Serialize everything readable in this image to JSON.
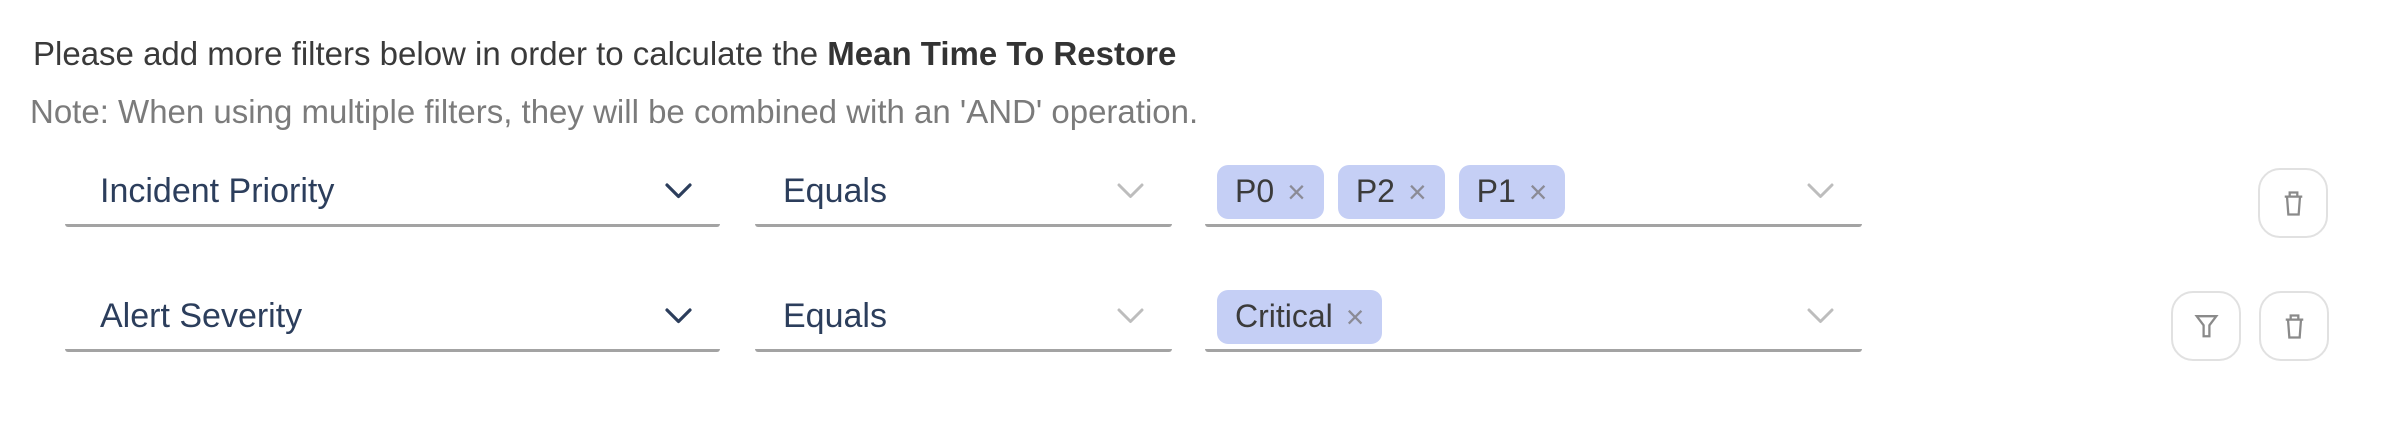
{
  "header": {
    "intro_text": "Please add more filters below in order to calculate the ",
    "intro_bold": "Mean Time To Restore",
    "note": "Note: When using multiple filters, they will be combined with an 'AND' operation."
  },
  "filter_rows": [
    {
      "field": {
        "label": "Incident Priority"
      },
      "operator": {
        "label": "Equals"
      },
      "values": [
        "P0",
        "P2",
        "P1"
      ],
      "actions": [
        "delete"
      ]
    },
    {
      "field": {
        "label": "Alert Severity"
      },
      "operator": {
        "label": "Equals"
      },
      "values": [
        "Critical"
      ],
      "actions": [
        "filter",
        "delete"
      ]
    }
  ],
  "tag": {
    "remove_glyph": "×"
  },
  "icons": {
    "dropdown": "chevron-down-icon",
    "remove": "x-icon",
    "delete": "trash-icon",
    "filter": "funnel-icon"
  },
  "colors": {
    "tag_background": "#c5cff5",
    "field_text": "#2c3e5c",
    "header_text": "#3a3a3a",
    "note_text": "#7b7b7b",
    "underline": "#a3a3a3",
    "icon": "#8a8a8a",
    "button_border": "#e1e1e1"
  }
}
